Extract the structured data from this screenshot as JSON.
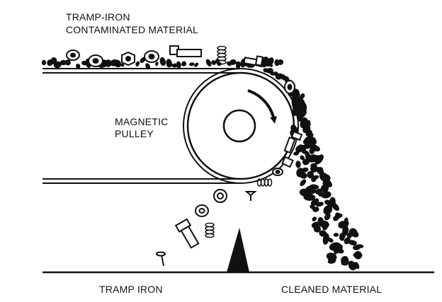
{
  "labels": {
    "feed_line1": "TRAMP-IRON",
    "feed_line2": "CONTAMINATED MATERIAL",
    "pulley_line1": "MAGNETIC",
    "pulley_line2": "PULLEY",
    "tramp_iron": "TRAMP IRON",
    "cleaned_material": "CLEANED MATERIAL"
  },
  "colors": {
    "ink": "#111111",
    "background": "#ffffff"
  },
  "icons": {
    "rotation": "rotation-arrow-icon",
    "nut": "nut-icon",
    "bolt": "bolt-icon",
    "spring": "spring-icon",
    "nail": "nail-icon",
    "washer": "washer-icon"
  }
}
